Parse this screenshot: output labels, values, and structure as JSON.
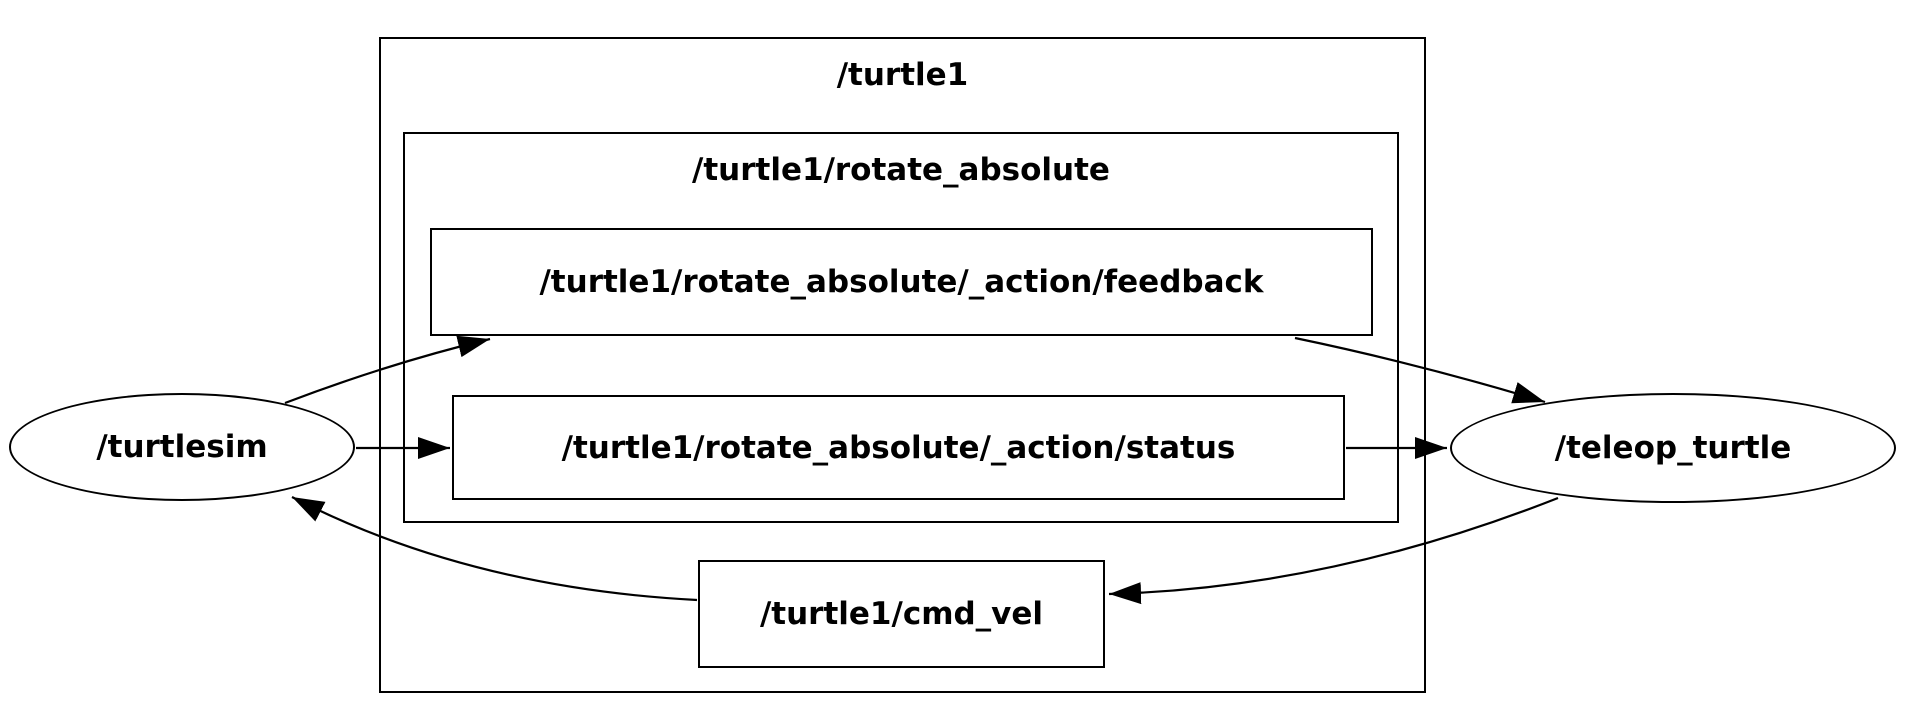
{
  "diagram": {
    "type": "ros-node-graph",
    "clusters": [
      {
        "id": "turtle1",
        "label": "/turtle1"
      },
      {
        "id": "rotate_absolute",
        "label": "/turtle1/rotate_absolute"
      }
    ],
    "nodes": [
      {
        "id": "turtlesim",
        "label": "/turtlesim",
        "shape": "ellipse"
      },
      {
        "id": "teleop_turtle",
        "label": "/teleop_turtle",
        "shape": "ellipse"
      },
      {
        "id": "feedback",
        "label": "/turtle1/rotate_absolute/_action/feedback",
        "shape": "box"
      },
      {
        "id": "status",
        "label": "/turtle1/rotate_absolute/_action/status",
        "shape": "box"
      },
      {
        "id": "cmd_vel",
        "label": "/turtle1/cmd_vel",
        "shape": "box"
      }
    ],
    "edges": [
      {
        "from": "/turtlesim",
        "to": "/turtle1/rotate_absolute/_action/feedback"
      },
      {
        "from": "/turtlesim",
        "to": "/turtle1/rotate_absolute/_action/status"
      },
      {
        "from": "/turtle1/rotate_absolute/_action/feedback",
        "to": "/teleop_turtle"
      },
      {
        "from": "/turtle1/rotate_absolute/_action/status",
        "to": "/teleop_turtle"
      },
      {
        "from": "/teleop_turtle",
        "to": "/turtle1/cmd_vel"
      },
      {
        "from": "/turtle1/cmd_vel",
        "to": "/turtlesim"
      }
    ],
    "colors": {
      "stroke": "#000000",
      "background": "#ffffff",
      "text": "#000000"
    }
  }
}
